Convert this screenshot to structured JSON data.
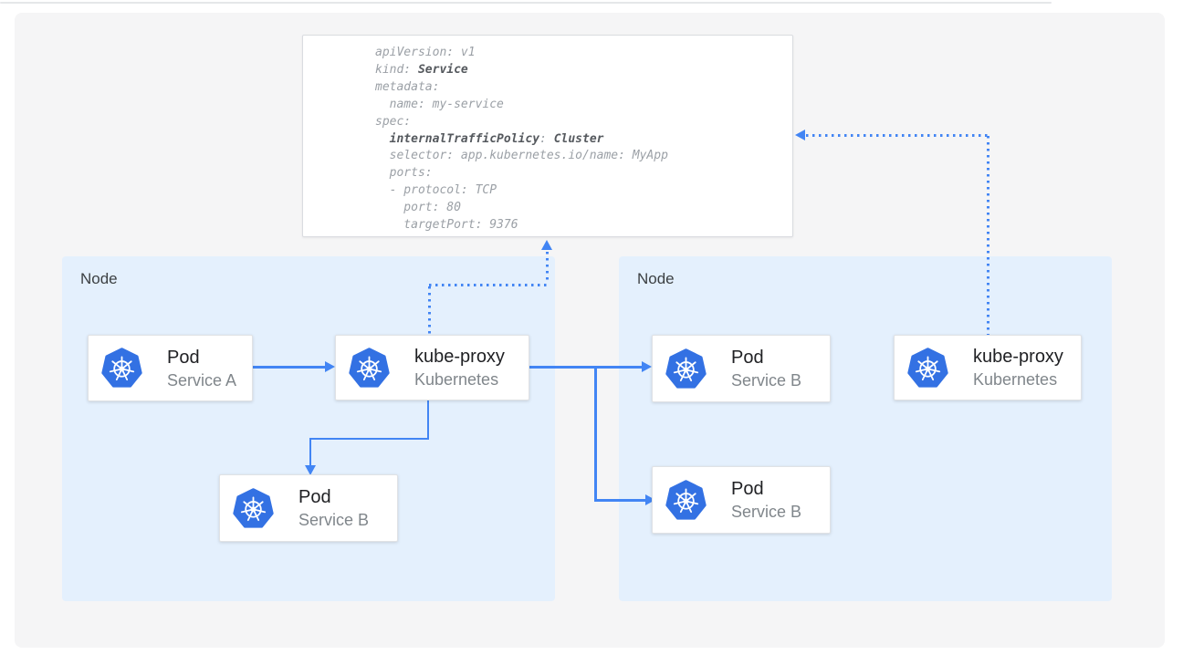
{
  "colors": {
    "canvas_bg": "#f5f5f6",
    "node_fill": "#e4f0fd",
    "arrow_blue": "#4285f4",
    "k8s_blue": "#3371e3",
    "yaml_text": "#9ba0a6",
    "yaml_bold": "#55595e"
  },
  "yaml_panel": {
    "lines": [
      {
        "segments": [
          {
            "text": "apiVersion: v1",
            "bold": false
          }
        ]
      },
      {
        "segments": [
          {
            "text": "kind: ",
            "bold": false
          },
          {
            "text": "Service",
            "bold": true
          }
        ]
      },
      {
        "segments": [
          {
            "text": "metadata:",
            "bold": false
          }
        ]
      },
      {
        "segments": [
          {
            "text": "  name: my-service",
            "bold": false
          }
        ]
      },
      {
        "segments": [
          {
            "text": "spec:",
            "bold": false
          }
        ]
      },
      {
        "segments": [
          {
            "text": "  ",
            "bold": false
          },
          {
            "text": "internalTrafficPolicy",
            "bold": true
          },
          {
            "text": ": ",
            "bold": false
          },
          {
            "text": "Cluster",
            "bold": true
          }
        ]
      },
      {
        "segments": [
          {
            "text": "  selector: app.kubernetes.io/name: MyApp",
            "bold": false
          }
        ]
      },
      {
        "segments": [
          {
            "text": "  ports:",
            "bold": false
          }
        ]
      },
      {
        "segments": [
          {
            "text": "  - protocol: TCP",
            "bold": false
          }
        ]
      },
      {
        "segments": [
          {
            "text": "    port: 80",
            "bold": false
          }
        ]
      },
      {
        "segments": [
          {
            "text": "    targetPort: 9376",
            "bold": false
          }
        ]
      }
    ]
  },
  "node_left": {
    "label": "Node"
  },
  "node_right": {
    "label": "Node"
  },
  "cards": {
    "pod_a": {
      "title": "Pod",
      "subtitle": "Service A",
      "icon": "kubernetes-icon"
    },
    "kube_proxy_left": {
      "title": "kube-proxy",
      "subtitle": "Kubernetes",
      "icon": "kubernetes-icon"
    },
    "pod_b_left": {
      "title": "Pod",
      "subtitle": "Service B",
      "icon": "kubernetes-icon"
    },
    "pod_b_right_top": {
      "title": "Pod",
      "subtitle": "Service B",
      "icon": "kubernetes-icon"
    },
    "pod_b_right_bottom": {
      "title": "Pod",
      "subtitle": "Service B",
      "icon": "kubernetes-icon"
    },
    "kube_proxy_right": {
      "title": "kube-proxy",
      "subtitle": "Kubernetes",
      "icon": "kubernetes-icon"
    }
  }
}
